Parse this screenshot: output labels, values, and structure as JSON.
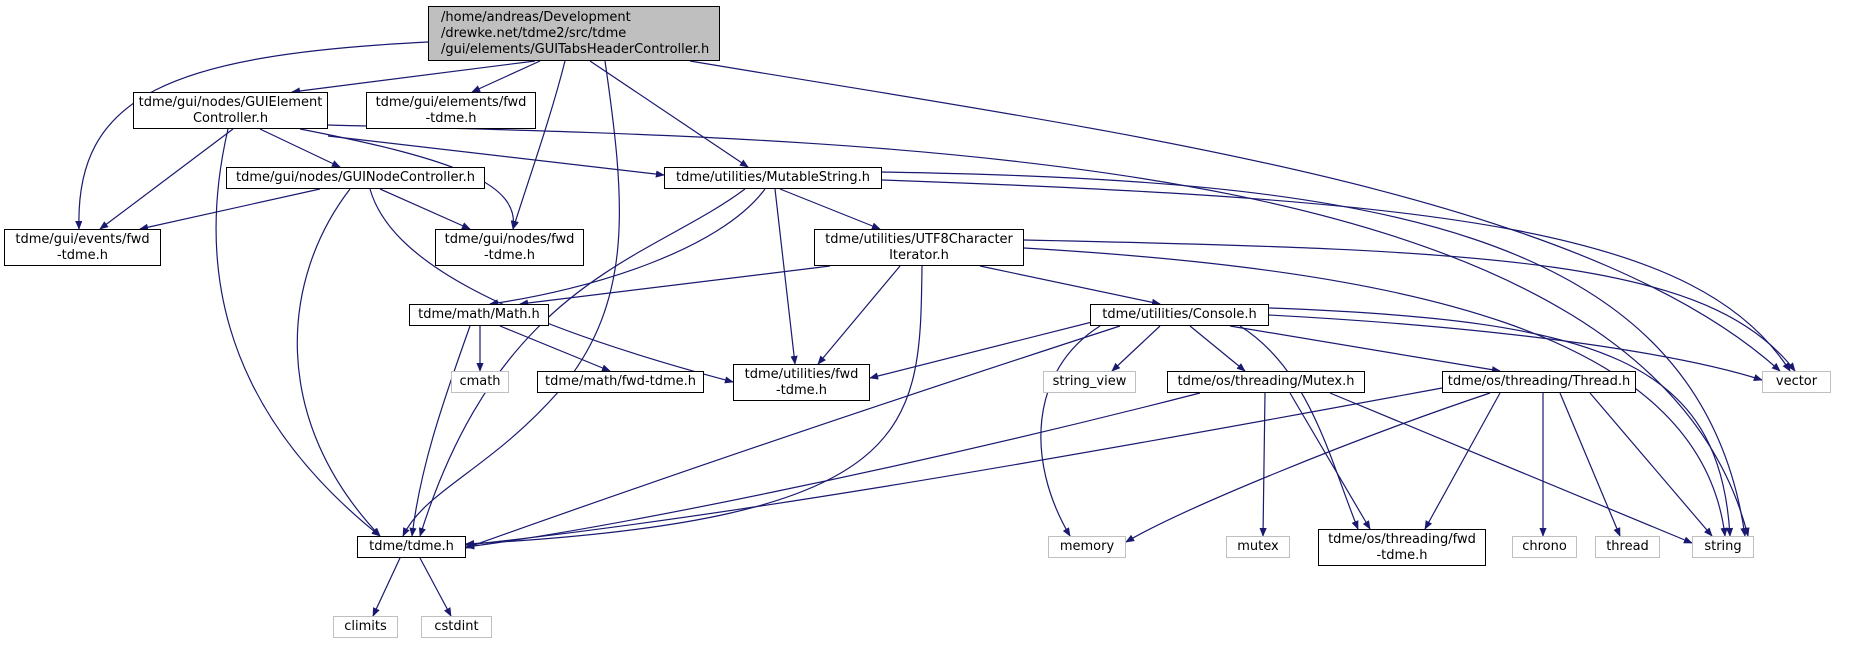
{
  "graph": {
    "edge_color": "#191970",
    "root_fill": "#bfbfbf",
    "system_border": "#bfbfbf",
    "nodes": {
      "root": [
        "/home/andreas/Development",
        "/drewke.net/tdme2/src/tdme",
        "/gui/elements/GUITabsHeaderController.h"
      ],
      "guielement_controller": [
        "tdme/gui/nodes/GUIElement",
        "Controller.h"
      ],
      "gui_elements_fwd": [
        "tdme/gui/elements/fwd",
        "-tdme.h"
      ],
      "guinode_controller": [
        "tdme/gui/nodes/GUINodeController.h"
      ],
      "mutable_string": [
        "tdme/utilities/MutableString.h"
      ],
      "gui_events_fwd": [
        "tdme/gui/events/fwd",
        "-tdme.h"
      ],
      "gui_nodes_fwd": [
        "tdme/gui/nodes/fwd",
        "-tdme.h"
      ],
      "utf8_iterator": [
        "tdme/utilities/UTF8Character",
        "Iterator.h"
      ],
      "math": [
        "tdme/math/Math.h"
      ],
      "console": [
        "tdme/utilities/Console.h"
      ],
      "cmath": [
        "cmath"
      ],
      "math_fwd": [
        "tdme/math/fwd-tdme.h"
      ],
      "utilities_fwd": [
        "tdme/utilities/fwd",
        "-tdme.h"
      ],
      "string_view": [
        "string_view"
      ],
      "mutex_h": [
        "tdme/os/threading/Mutex.h"
      ],
      "thread_h": [
        "tdme/os/threading/Thread.h"
      ],
      "vector": [
        "vector"
      ],
      "tdme_h": [
        "tdme/tdme.h"
      ],
      "memory": [
        "memory"
      ],
      "mutex": [
        "mutex"
      ],
      "threading_fwd": [
        "tdme/os/threading/fwd",
        "-tdme.h"
      ],
      "chrono": [
        "chrono"
      ],
      "thread": [
        "thread"
      ],
      "string": [
        "string"
      ],
      "climits": [
        "climits"
      ],
      "cstdint": [
        "cstdint"
      ]
    }
  }
}
